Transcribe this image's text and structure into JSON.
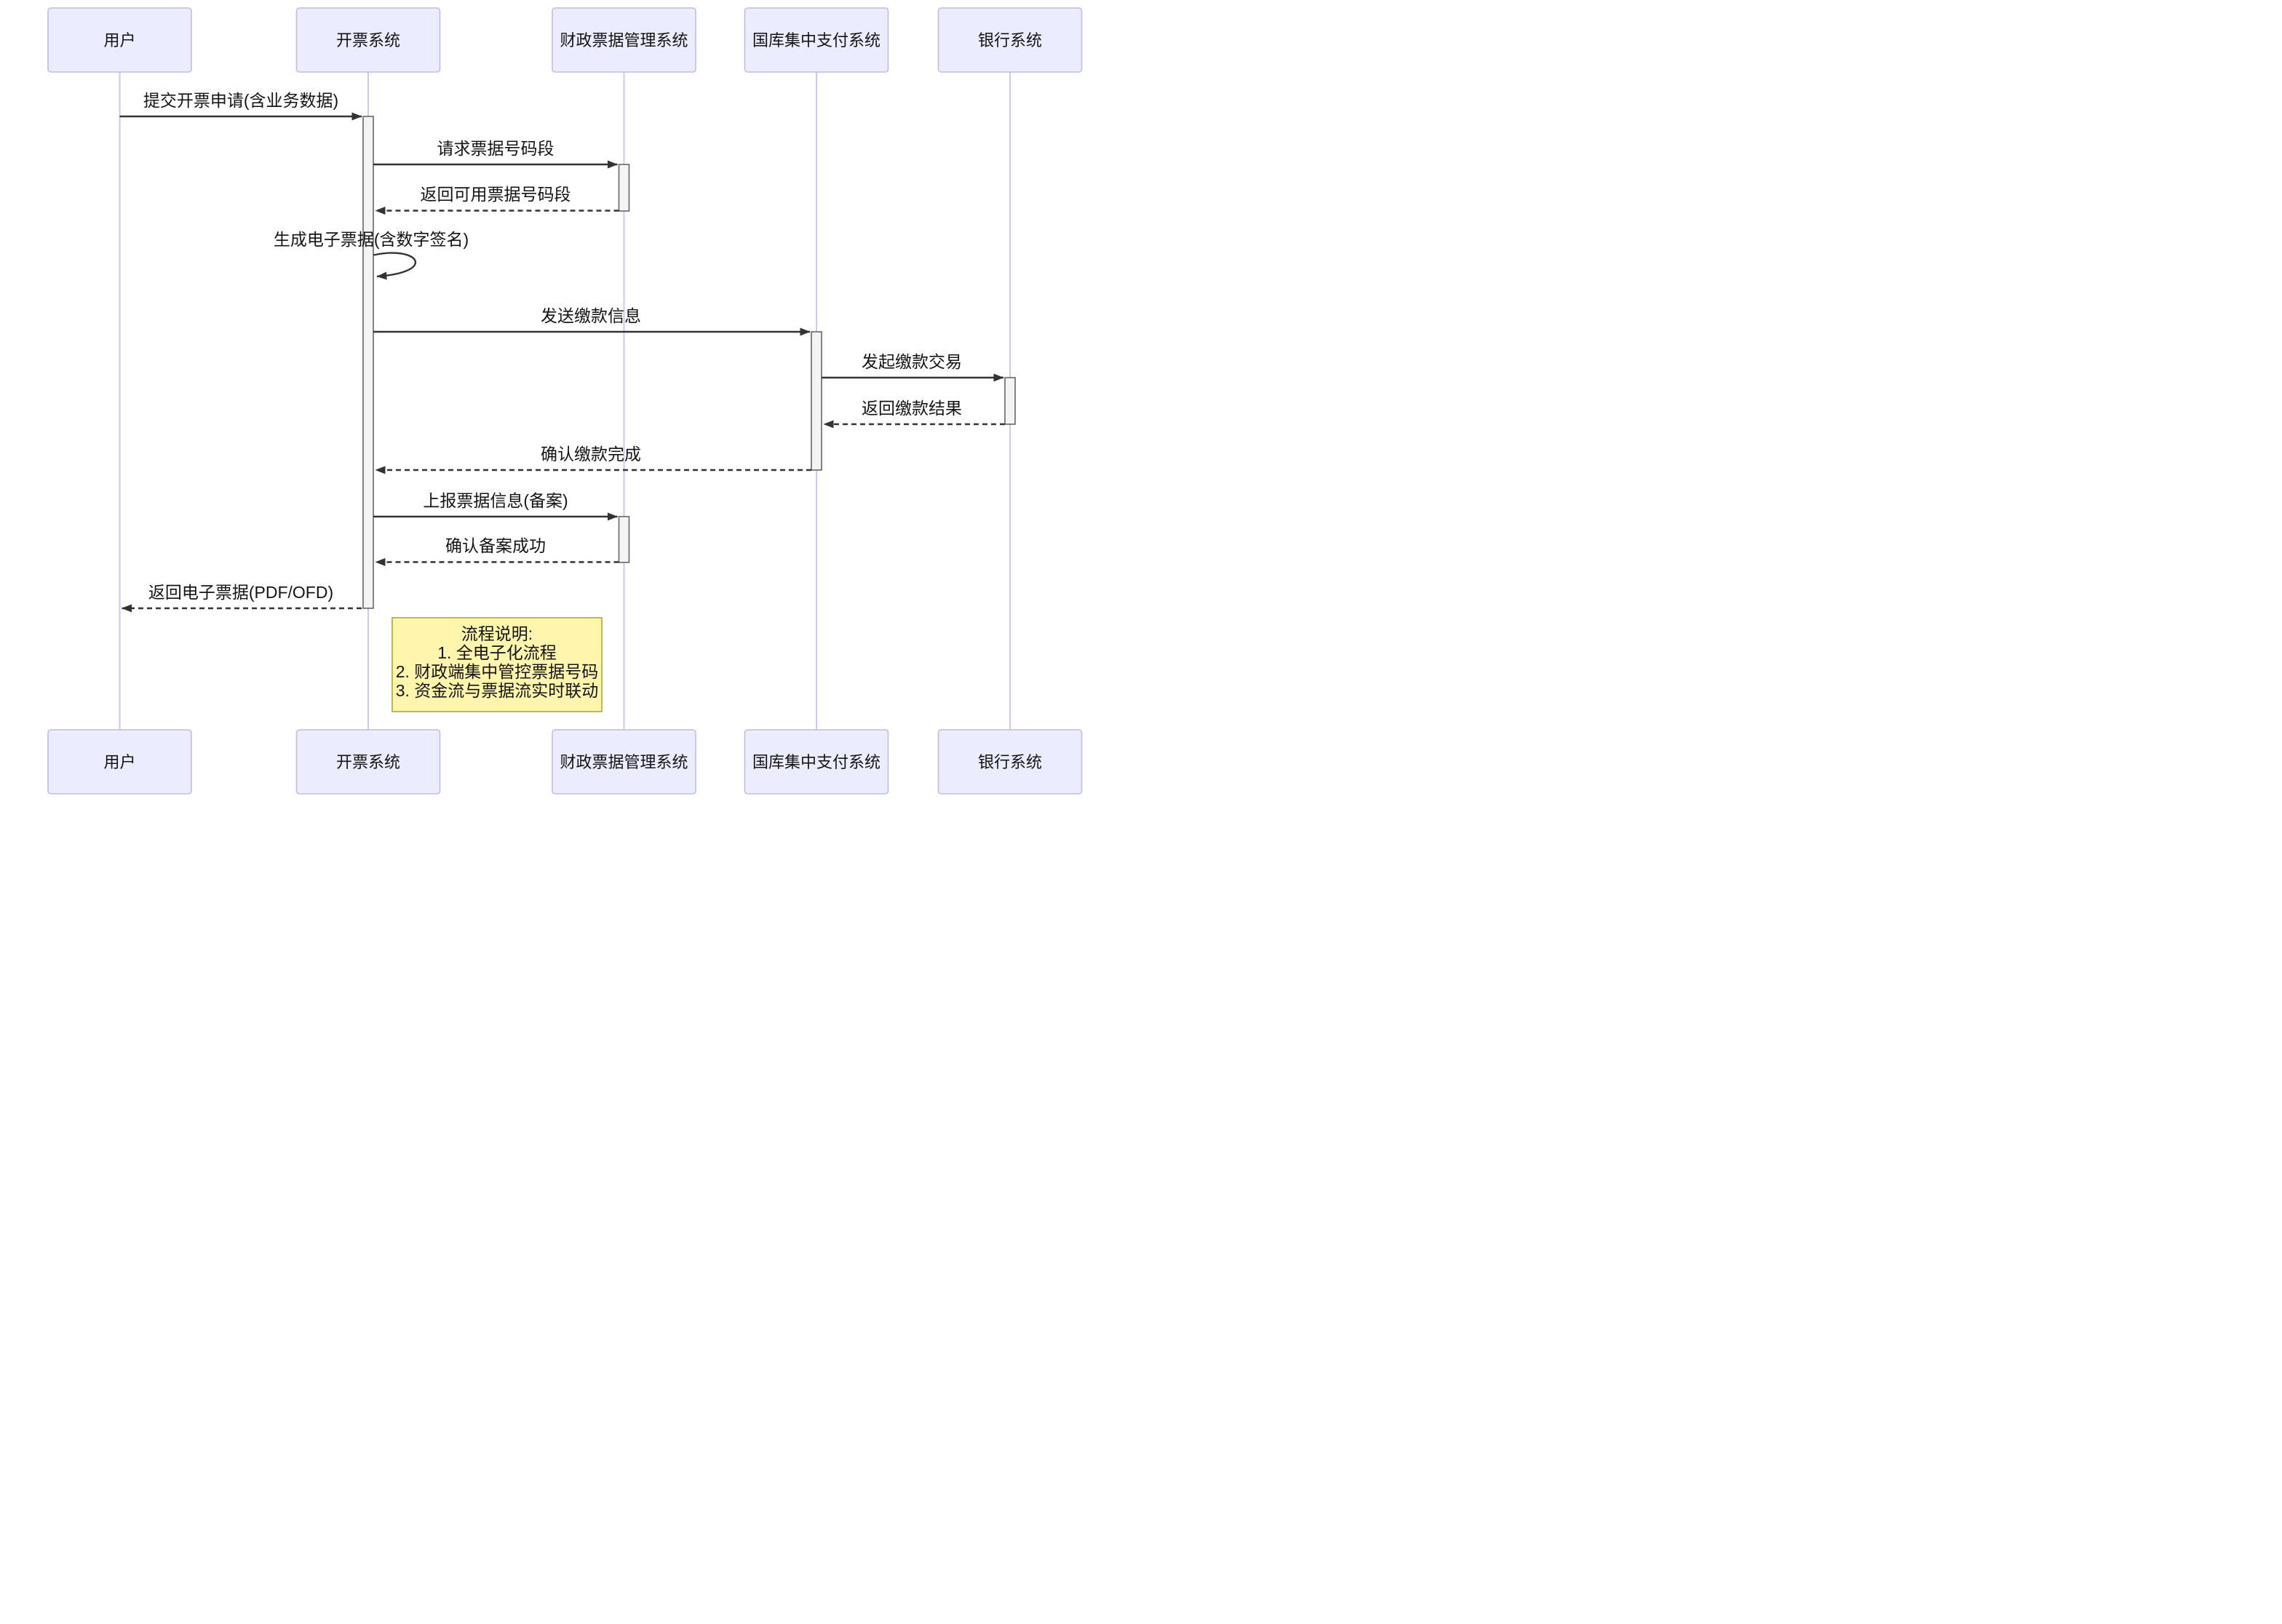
{
  "diagram": {
    "kind": "sequence-diagram",
    "actors": [
      {
        "id": "user",
        "label": "用户"
      },
      {
        "id": "invoicing",
        "label": "开票系统"
      },
      {
        "id": "fiscal",
        "label": "财政票据管理系统"
      },
      {
        "id": "treasury",
        "label": "国库集中支付系统"
      },
      {
        "id": "bank",
        "label": "银行系统"
      }
    ],
    "messages": [
      {
        "from": "用户",
        "to": "开票系统",
        "style": "solid",
        "label": "提交开票申请(含业务数据)"
      },
      {
        "from": "开票系统",
        "to": "财政票据管理系统",
        "style": "solid",
        "label": "请求票据号码段"
      },
      {
        "from": "财政票据管理系统",
        "to": "开票系统",
        "style": "dashed",
        "label": "返回可用票据号码段"
      },
      {
        "from": "开票系统",
        "to": "开票系统",
        "style": "self",
        "label": "生成电子票据(含数字签名)"
      },
      {
        "from": "开票系统",
        "to": "国库集中支付系统",
        "style": "solid",
        "label": "发送缴款信息"
      },
      {
        "from": "国库集中支付系统",
        "to": "银行系统",
        "style": "solid",
        "label": "发起缴款交易"
      },
      {
        "from": "银行系统",
        "to": "国库集中支付系统",
        "style": "dashed",
        "label": "返回缴款结果"
      },
      {
        "from": "国库集中支付系统",
        "to": "开票系统",
        "style": "dashed",
        "label": "确认缴款完成"
      },
      {
        "from": "开票系统",
        "to": "财政票据管理系统",
        "style": "solid",
        "label": "上报票据信息(备案)"
      },
      {
        "from": "财政票据管理系统",
        "to": "开票系统",
        "style": "dashed",
        "label": "确认备案成功"
      },
      {
        "from": "开票系统",
        "to": "用户",
        "style": "dashed",
        "label": "返回电子票据(PDF/OFD)"
      }
    ],
    "note": {
      "title": "流程说明:",
      "items": [
        "1. 全电子化流程",
        "2. 财政端集中管控票据号码",
        "3. 资金流与票据流实时联动"
      ]
    },
    "colors": {
      "background": "#FFFFFF",
      "actor_fill": "#ECECFF",
      "actor_border": "#C2BBE6",
      "lifeline": "#CDC8EF",
      "activation_fill": "#F4F4F4",
      "activation_border": "#666666",
      "message_line": "#333333",
      "note_fill": "#FFF5AD",
      "note_border": "#AAAA33",
      "text": "#141414"
    }
  }
}
